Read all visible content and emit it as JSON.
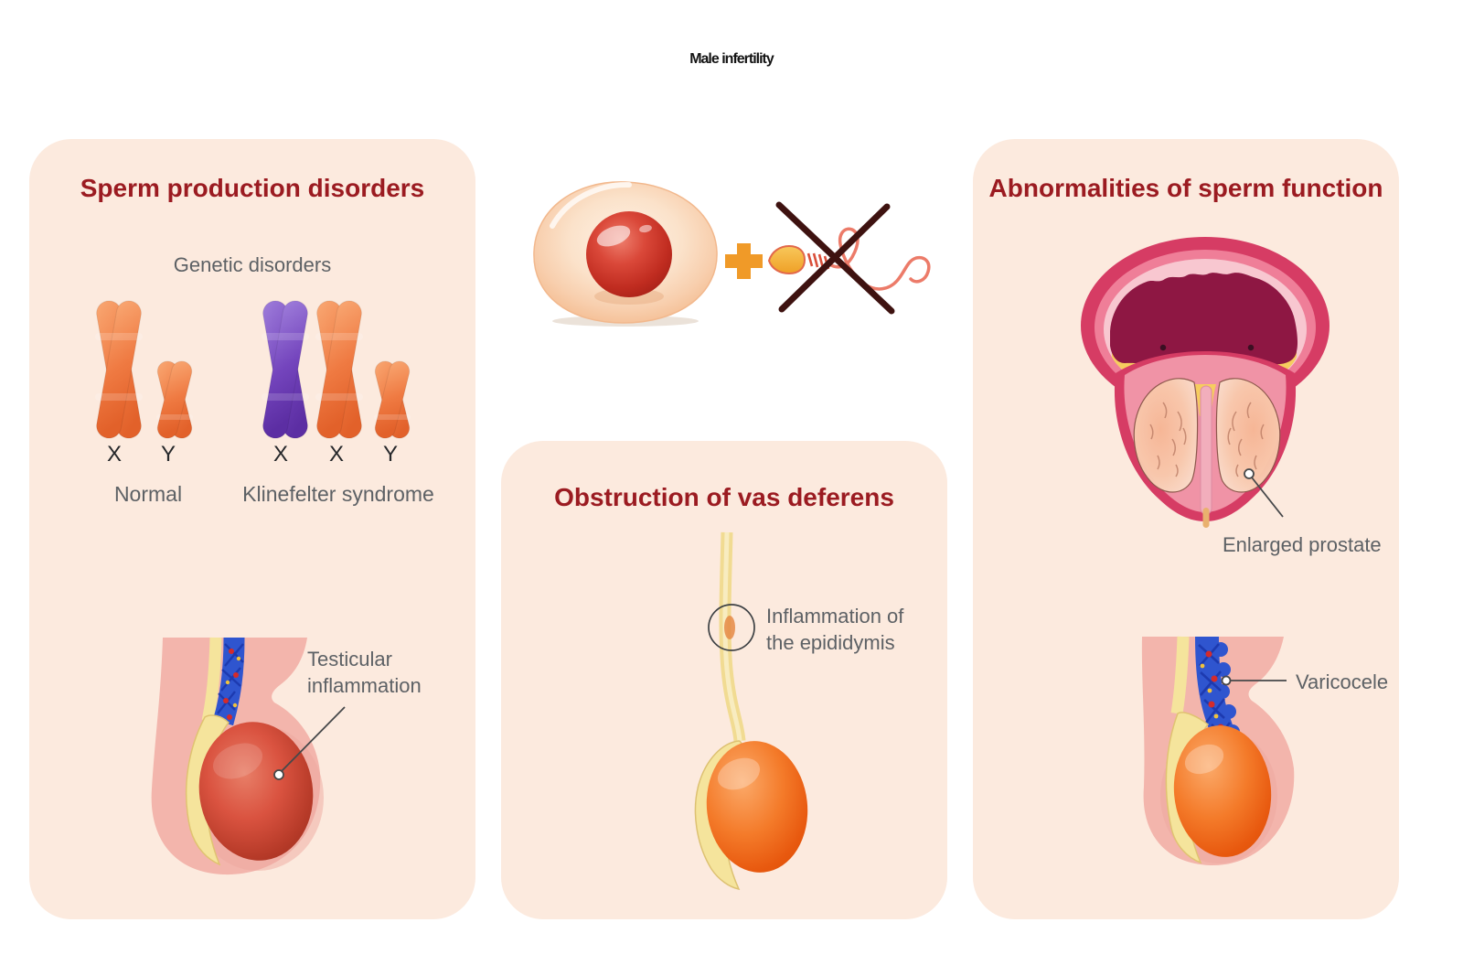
{
  "title": "Male infertility",
  "panels": {
    "left": {
      "title": "Sperm production disorders",
      "subtitle": "Genetic disorders",
      "karyotype_normal": {
        "caption": "Normal",
        "labels": [
          "X",
          "Y"
        ]
      },
      "karyotype_klinefelter": {
        "caption": "Klinefelter syndrome",
        "labels": [
          "X",
          "X",
          "Y"
        ]
      },
      "testis_annotation": "Testicular\ninflammation"
    },
    "center": {
      "title": "Obstruction of vas deferens",
      "epididymis_annotation": "Inflammation of\nthe epididymis"
    },
    "right": {
      "title": "Abnormalities of sperm function",
      "prostate_annotation": "Enlarged prostate",
      "varicocele_annotation": "Varicocele"
    }
  },
  "colors": {
    "panel_bg": "#fceade",
    "heading": "#9b1b21",
    "label": "#5d6165",
    "chromosome_orange": "#ef7a42",
    "chromosome_purple": "#7445bd",
    "scrotum_pink": "#f3b5ac",
    "vein_blue": "#2f55cf",
    "artery_red": "#d42b2b",
    "epididymis_yellow": "#f5e49c",
    "testis_orange": "#ee5f16",
    "inflamed_testis_red": "#b63a28",
    "bladder_crimson": "#d63c64",
    "bladder_interior_maroon": "#8e1743",
    "urine_yellow": "#f6cd5f",
    "prostate_peach": "#f8c09c",
    "egg_peach": "#f8cfae",
    "nucleus_red": "#c02c20",
    "plus_orange": "#f09a28",
    "cross_dark": "#3e1210"
  }
}
